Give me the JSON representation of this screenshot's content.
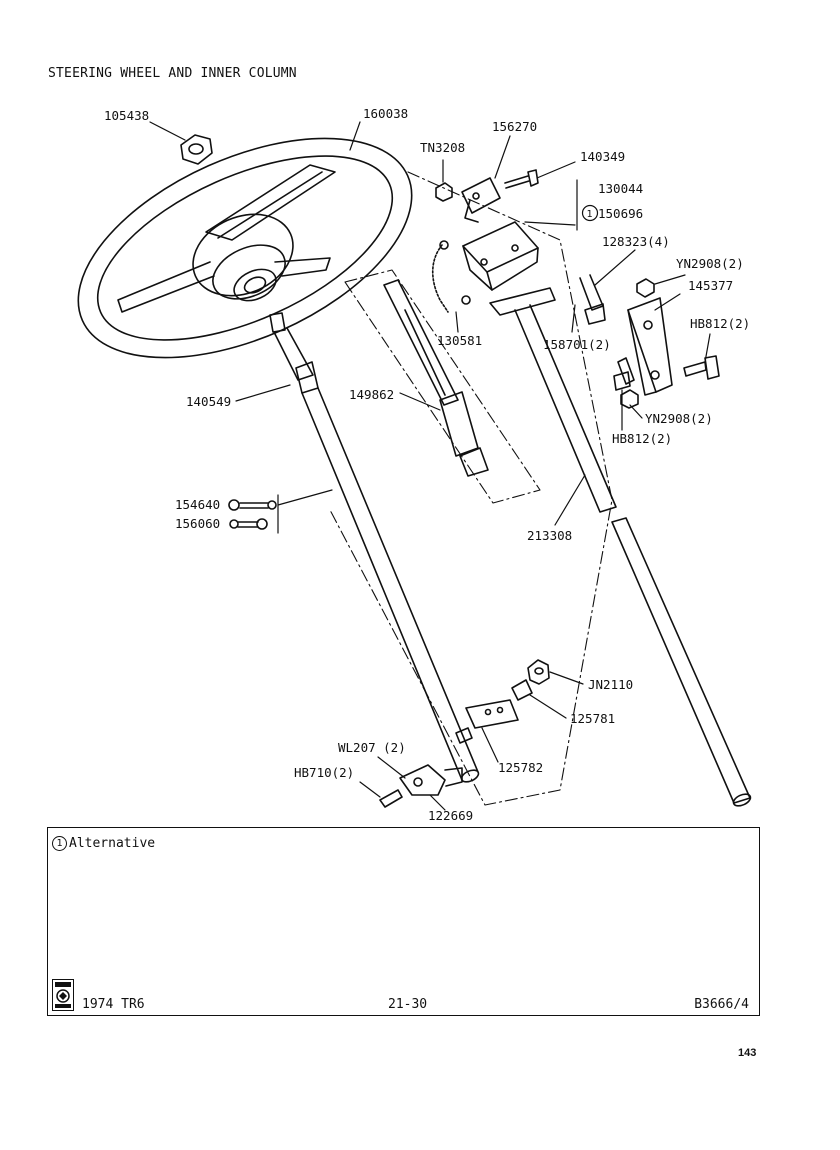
{
  "title": "STEERING WHEEL AND INNER COLUMN",
  "parts": {
    "p105438": "105438",
    "p160038": "160038",
    "p156270": "156270",
    "pTN3208": "TN3208",
    "p140349": "140349",
    "p130044": "130044",
    "p150696": "150696",
    "p128323": "128323(4)",
    "pYN2908a": "YN2908(2)",
    "p145377": "145377",
    "pHB812a": "HB812(2)",
    "p130581": "130581",
    "p158701": "158701(2)",
    "pYN2908b": "YN2908(2)",
    "pHB812b": "HB812(2)",
    "p140549": "140549",
    "p149862": "149862",
    "p154640": "154640",
    "p156060": "156060",
    "p213308": "213308",
    "pJN2110": "JN2110",
    "p125781": "125781",
    "p125782": "125782",
    "pWL207": "WL207 (2)",
    "pHB710": "HB710(2)",
    "p122669": "122669"
  },
  "alt_marker": "1",
  "notes": {
    "marker": "1",
    "text": "Alternative"
  },
  "footer": {
    "model": "1974 TR6",
    "sheet": "21-30",
    "ref": "B3666/4"
  },
  "page_number": "143"
}
